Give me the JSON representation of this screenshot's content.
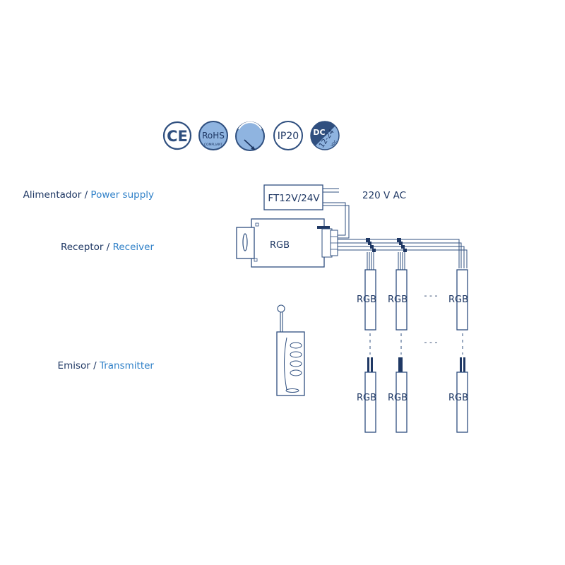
{
  "badges": {
    "ce": "CE",
    "rohs": "RoHS",
    "rohs_sub": "COMPLIANT",
    "ip": "IP20",
    "dc": "DC",
    "dc_range": "12-24",
    "dc_unit": "VDC"
  },
  "labels": {
    "power_supply_es": "Alimentador",
    "power_supply_en": "Power supply",
    "receiver_es": "Receptor",
    "receiver_en": "Receiver",
    "transmitter_es": "Emisor",
    "transmitter_en": "Transmitter",
    "separator": " / "
  },
  "power_supply": {
    "model": "FT12V/24V",
    "input": "220 V AC"
  },
  "receiver": {
    "label": "RGB"
  },
  "strips": {
    "label": "RGB",
    "ellipsis": "- - -"
  },
  "colors": {
    "dark_blue": "#1f3864",
    "line_blue": "#2f4f7f",
    "light_blue": "#8fb4e0",
    "accent_blue": "#2f80c8"
  }
}
